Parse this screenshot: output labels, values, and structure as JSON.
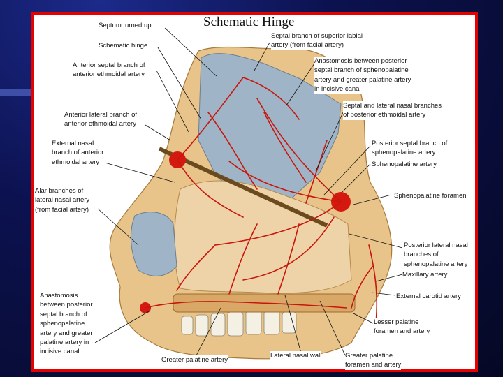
{
  "diagram": {
    "title": "Schematic Hinge",
    "labels": {
      "septum_turned_up": "Septum turned up",
      "schematic_hinge": "Schematic hinge",
      "anterior_septal_branch": "Anterior septal branch of\nanterior ethmoidal artery",
      "anterior_lateral_branch": "Anterior lateral branch of\nanterior ethmoidal artery",
      "external_nasal_branch": "External nasal\nbranch of anterior\nethmoidal artery",
      "alar_branches": "Alar branches of\nlateral nasal artery\n(from facial artery)",
      "anastomosis_left": "Anastomosis\nbetween posterior\nseptal branch of\nsphenopalatine\nartery and greater\npalatine artery in\nincisive canal",
      "greater_palatine_artery": "Greater palatine artery",
      "lateral_nasal_wall": "Lateral nasal wall",
      "greater_palatine_foramen": "Greater palatine\nforamen and artery",
      "lesser_palatine_foramen": "Lesser palatine\nforamen and artery",
      "external_carotid_artery": "External carotid artery",
      "maxillary_artery": "Maxillary artery",
      "posterior_lateral_nasal": "Posterior lateral nasal\nbranches of\nsphenopalatine artery",
      "sphenopalatine_foramen": "Sphenopalatine foramen",
      "sphenopalatine_artery": "Sphenopalatine artery",
      "posterior_septal_branch": "Posterior septal branch of\nsphenopalatine artery",
      "septal_lateral_nasal": "Septal and lateral nasal branches\nof posterior ethmoidal artery",
      "anastomosis_right": "Anastomosis between posterior\nseptal branch of sphenopalatine\nartery and greater palatine artery\nin incisive canal",
      "septal_branch_superior_labial": "Septal branch of superior labial\nartery (from facial artery)"
    }
  }
}
